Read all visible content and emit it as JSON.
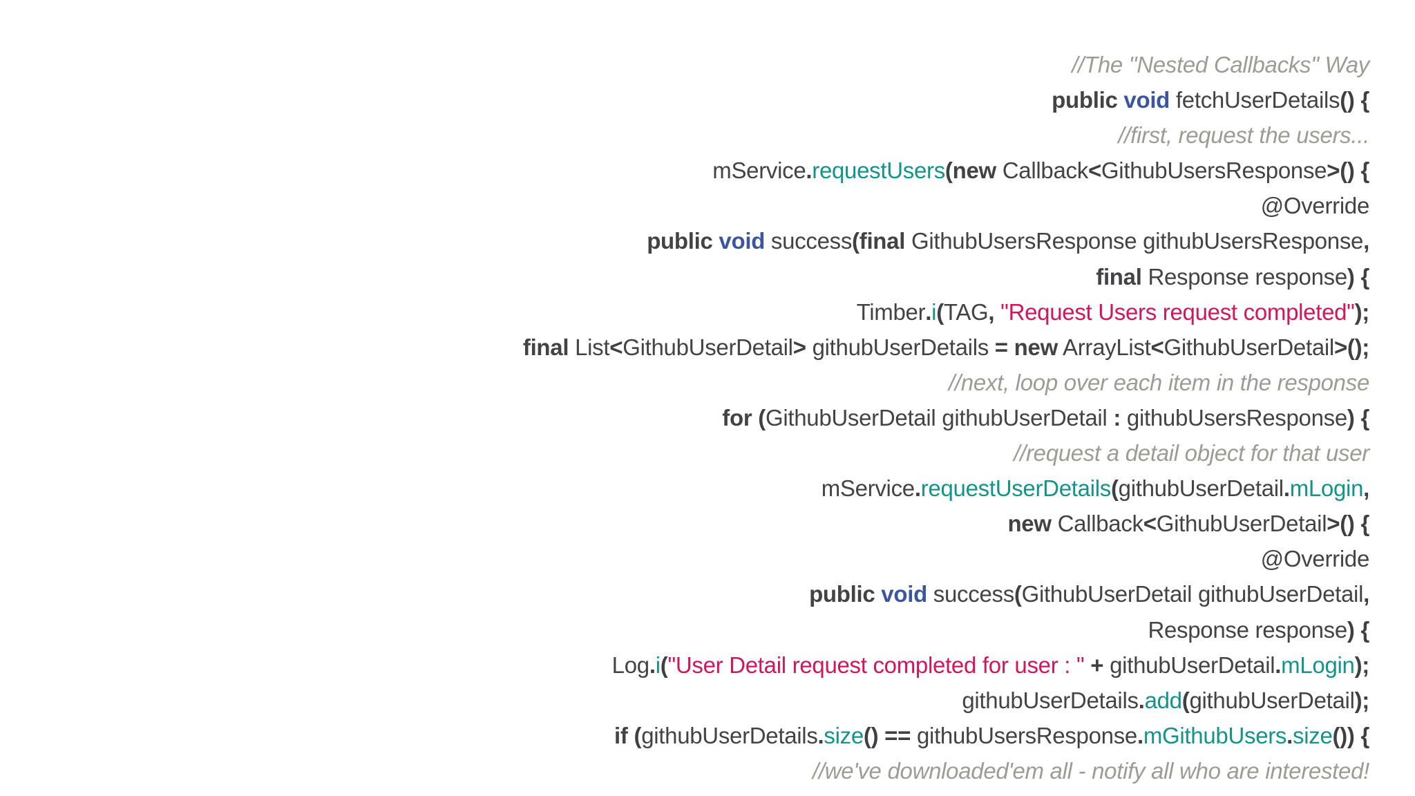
{
  "colors": {
    "background": "#ffffff",
    "plain": "#434347",
    "keyword": "#434347",
    "type": "#3a56a0",
    "method": "#13948a",
    "string": "#d2155c",
    "punct": "#3f3f44",
    "comment": "#9c9c95"
  },
  "code": {
    "language": "java",
    "title_comment": "//The \"Nested Callbacks\" Way",
    "lines": [
      {
        "tokens": [
          {
            "style": "comment",
            "text": "//The \"Nested Callbacks\" Way"
          }
        ]
      },
      {
        "tokens": [
          {
            "style": "keyword",
            "text": "public "
          },
          {
            "style": "void",
            "text": "void"
          },
          {
            "style": "plain",
            "text": " fetchUserDetails"
          },
          {
            "style": "punct",
            "text": "() {"
          }
        ]
      },
      {
        "tokens": [
          {
            "style": "comment",
            "text": "//first, request the users..."
          }
        ]
      },
      {
        "tokens": [
          {
            "style": "plain",
            "text": "mService"
          },
          {
            "style": "punct",
            "text": "."
          },
          {
            "style": "method",
            "text": "requestUsers"
          },
          {
            "style": "punct",
            "text": "("
          },
          {
            "style": "keyword",
            "text": "new"
          },
          {
            "style": "plain",
            "text": " Callback"
          },
          {
            "style": "punct",
            "text": "<"
          },
          {
            "style": "plain",
            "text": "GithubUsersResponse"
          },
          {
            "style": "punct",
            "text": ">() {"
          }
        ]
      },
      {
        "tokens": [
          {
            "style": "plain",
            "text": "@Override"
          }
        ]
      },
      {
        "tokens": [
          {
            "style": "keyword",
            "text": "public "
          },
          {
            "style": "void",
            "text": "void"
          },
          {
            "style": "plain",
            "text": " success"
          },
          {
            "style": "punct",
            "text": "("
          },
          {
            "style": "keyword",
            "text": "final"
          },
          {
            "style": "plain",
            "text": " GithubUsersResponse githubUsersResponse"
          },
          {
            "style": "punct",
            "text": ","
          }
        ]
      },
      {
        "tokens": [
          {
            "style": "keyword",
            "text": "final"
          },
          {
            "style": "plain",
            "text": " Response response"
          },
          {
            "style": "punct",
            "text": ") {"
          }
        ]
      },
      {
        "tokens": [
          {
            "style": "plain",
            "text": "Timber"
          },
          {
            "style": "punct",
            "text": "."
          },
          {
            "style": "method",
            "text": "i"
          },
          {
            "style": "punct",
            "text": "("
          },
          {
            "style": "plain",
            "text": "TAG"
          },
          {
            "style": "punct",
            "text": ", "
          },
          {
            "style": "string",
            "text": "\"Request Users request completed\""
          },
          {
            "style": "punct",
            "text": ");"
          }
        ]
      },
      {
        "tokens": [
          {
            "style": "keyword",
            "text": "final"
          },
          {
            "style": "plain",
            "text": " List"
          },
          {
            "style": "punct",
            "text": "<"
          },
          {
            "style": "plain",
            "text": "GithubUserDetail"
          },
          {
            "style": "punct",
            "text": ">"
          },
          {
            "style": "plain",
            "text": " githubUserDetails "
          },
          {
            "style": "punct",
            "text": "="
          },
          {
            "style": "plain",
            "text": " "
          },
          {
            "style": "keyword",
            "text": "new"
          },
          {
            "style": "plain",
            "text": " ArrayList"
          },
          {
            "style": "punct",
            "text": "<"
          },
          {
            "style": "plain",
            "text": "GithubUserDetail"
          },
          {
            "style": "punct",
            "text": ">();"
          }
        ]
      },
      {
        "tokens": [
          {
            "style": "comment",
            "text": "//next, loop over each item in the response"
          }
        ]
      },
      {
        "tokens": [
          {
            "style": "keyword",
            "text": "for "
          },
          {
            "style": "punct",
            "text": "("
          },
          {
            "style": "plain",
            "text": "GithubUserDetail githubUserDetail "
          },
          {
            "style": "punct",
            "text": ":"
          },
          {
            "style": "plain",
            "text": " githubUsersResponse"
          },
          {
            "style": "punct",
            "text": ") {"
          }
        ]
      },
      {
        "tokens": [
          {
            "style": "comment",
            "text": "//request a detail object for that user"
          }
        ]
      },
      {
        "tokens": [
          {
            "style": "plain",
            "text": "mService"
          },
          {
            "style": "punct",
            "text": "."
          },
          {
            "style": "method",
            "text": "requestUserDetails"
          },
          {
            "style": "punct",
            "text": "("
          },
          {
            "style": "plain",
            "text": "githubUserDetail"
          },
          {
            "style": "punct",
            "text": "."
          },
          {
            "style": "method",
            "text": "mLogin"
          },
          {
            "style": "punct",
            "text": ","
          }
        ]
      },
      {
        "tokens": [
          {
            "style": "keyword",
            "text": "new"
          },
          {
            "style": "plain",
            "text": " Callback"
          },
          {
            "style": "punct",
            "text": "<"
          },
          {
            "style": "plain",
            "text": "GithubUserDetail"
          },
          {
            "style": "punct",
            "text": ">() {"
          }
        ]
      },
      {
        "tokens": [
          {
            "style": "plain",
            "text": "@Override"
          }
        ]
      },
      {
        "tokens": [
          {
            "style": "keyword",
            "text": "public "
          },
          {
            "style": "void",
            "text": "void"
          },
          {
            "style": "plain",
            "text": " success"
          },
          {
            "style": "punct",
            "text": "("
          },
          {
            "style": "plain",
            "text": "GithubUserDetail githubUserDetail"
          },
          {
            "style": "punct",
            "text": ","
          }
        ]
      },
      {
        "tokens": [
          {
            "style": "plain",
            "text": "Response response"
          },
          {
            "style": "punct",
            "text": ") {"
          }
        ]
      },
      {
        "tokens": [
          {
            "style": "plain",
            "text": "Log"
          },
          {
            "style": "punct",
            "text": "."
          },
          {
            "style": "method",
            "text": "i"
          },
          {
            "style": "punct",
            "text": "("
          },
          {
            "style": "string",
            "text": "\"User Detail request completed for user : \""
          },
          {
            "style": "plain",
            "text": " "
          },
          {
            "style": "punct",
            "text": "+"
          },
          {
            "style": "plain",
            "text": " githubUserDetail"
          },
          {
            "style": "punct",
            "text": "."
          },
          {
            "style": "method",
            "text": "mLogin"
          },
          {
            "style": "punct",
            "text": ");"
          }
        ]
      },
      {
        "tokens": [
          {
            "style": "plain",
            "text": "githubUserDetails"
          },
          {
            "style": "punct",
            "text": "."
          },
          {
            "style": "method",
            "text": "add"
          },
          {
            "style": "punct",
            "text": "("
          },
          {
            "style": "plain",
            "text": "githubUserDetail"
          },
          {
            "style": "punct",
            "text": ");"
          }
        ]
      },
      {
        "tokens": [
          {
            "style": "keyword",
            "text": "if "
          },
          {
            "style": "punct",
            "text": "("
          },
          {
            "style": "plain",
            "text": "githubUserDetails"
          },
          {
            "style": "punct",
            "text": "."
          },
          {
            "style": "method",
            "text": "size"
          },
          {
            "style": "punct",
            "text": "() == "
          },
          {
            "style": "plain",
            "text": "githubUsersResponse"
          },
          {
            "style": "punct",
            "text": "."
          },
          {
            "style": "method",
            "text": "mGithubUsers"
          },
          {
            "style": "punct",
            "text": "."
          },
          {
            "style": "method",
            "text": "size"
          },
          {
            "style": "punct",
            "text": "()) {"
          }
        ]
      },
      {
        "tokens": [
          {
            "style": "comment",
            "text": "//we've downloaded'em all - notify all who are interested!"
          }
        ]
      }
    ]
  }
}
